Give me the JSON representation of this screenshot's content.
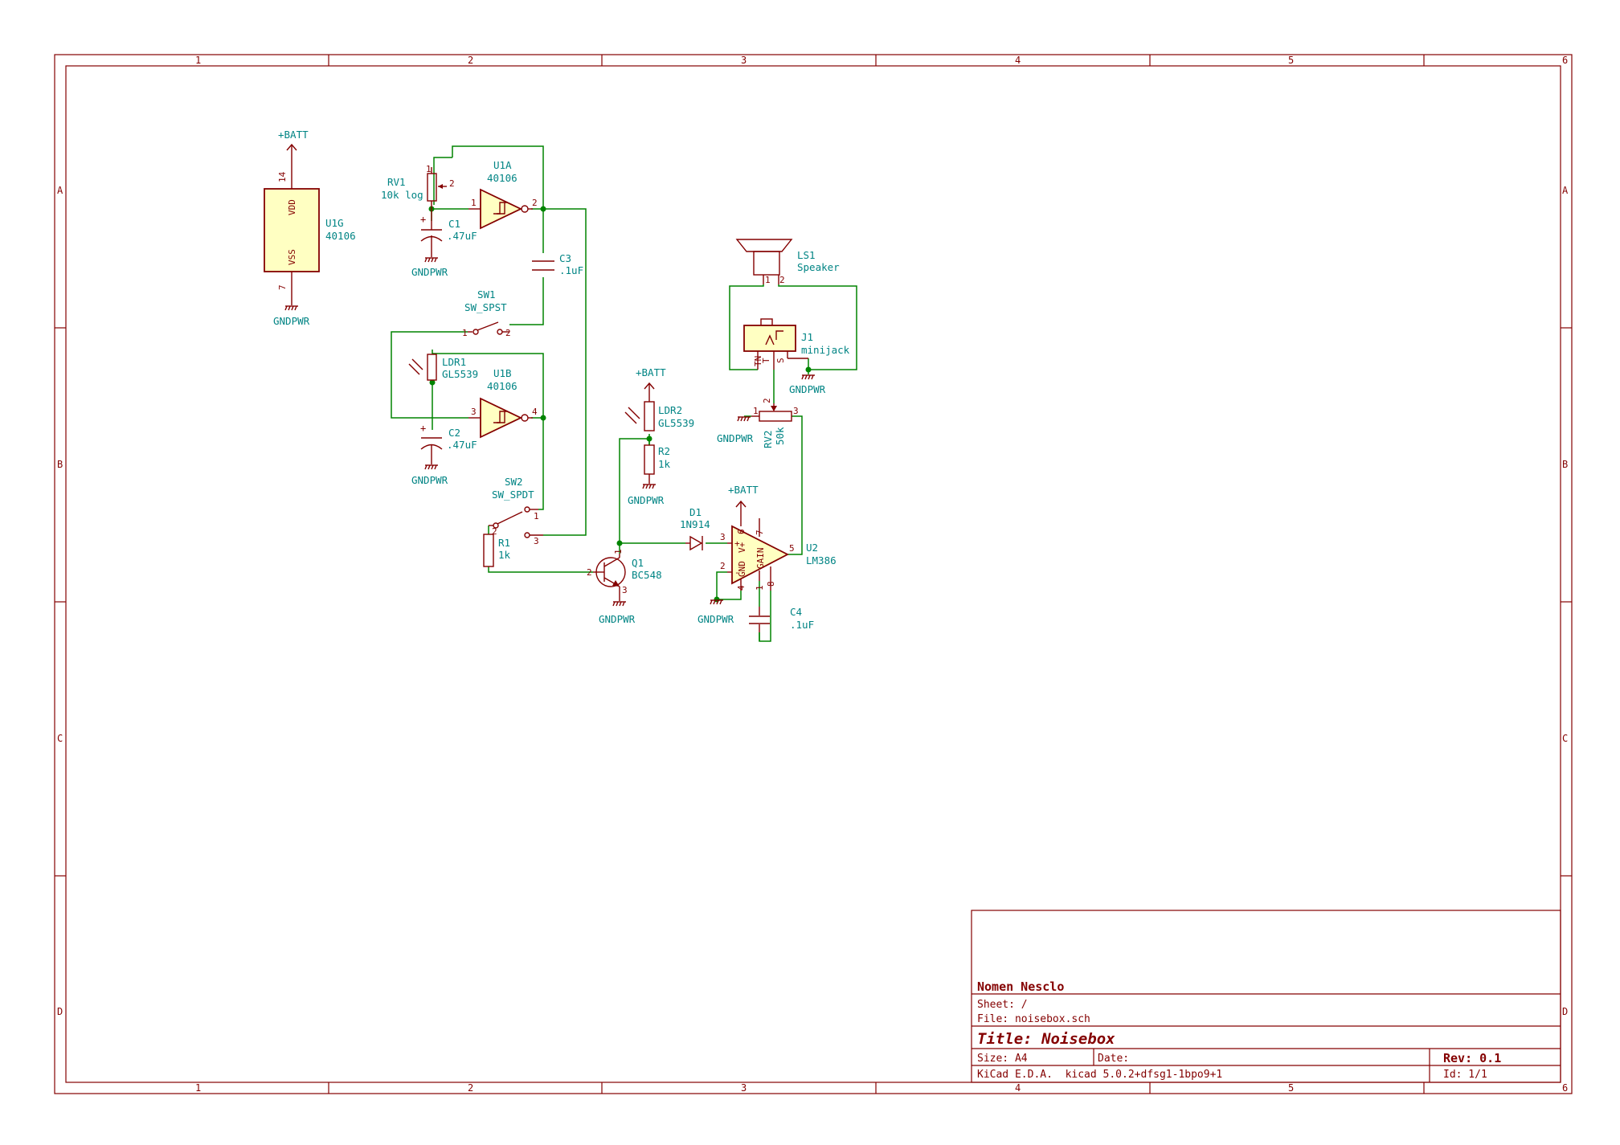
{
  "border": {
    "columns": [
      "1",
      "2",
      "3",
      "4",
      "5",
      "6"
    ],
    "rows": [
      "A",
      "B",
      "C",
      "D"
    ]
  },
  "components": {
    "u1g": {
      "ref": "U1G",
      "value": "40106",
      "vdd": "VDD",
      "vss": "VSS",
      "pin_vdd": "14",
      "pin_vss": "7"
    },
    "u1a": {
      "ref": "U1A",
      "value": "40106",
      "pin_in": "1",
      "pin_out": "2"
    },
    "u1b": {
      "ref": "U1B",
      "value": "40106",
      "pin_in": "3",
      "pin_out": "4"
    },
    "rv1": {
      "ref": "RV1",
      "value": "10k log",
      "pin1": "1",
      "pin2": "2"
    },
    "c1": {
      "ref": "C1",
      "value": ".47uF"
    },
    "c2": {
      "ref": "C2",
      "value": ".47uF"
    },
    "c3": {
      "ref": "C3",
      "value": ".1uF"
    },
    "c4": {
      "ref": "C4",
      "value": ".1uF"
    },
    "sw1": {
      "ref": "SW1",
      "value": "SW_SPST",
      "pin1": "1",
      "pin2": "2"
    },
    "sw2": {
      "ref": "SW2",
      "value": "SW_SPDT",
      "pin1": "1",
      "pin2": "2",
      "pin3": "3"
    },
    "ldr1": {
      "ref": "LDR1",
      "value": "GL5539"
    },
    "ldr2": {
      "ref": "LDR2",
      "value": "GL5539"
    },
    "r1": {
      "ref": "R1",
      "value": "1k"
    },
    "r2": {
      "ref": "R2",
      "value": "1k"
    },
    "q1": {
      "ref": "Q1",
      "value": "BC548",
      "pin1": "1",
      "pin2": "2",
      "pin3": "3"
    },
    "d1": {
      "ref": "D1",
      "value": "1N914"
    },
    "u2": {
      "ref": "U2",
      "value": "LM386",
      "pin2": "2",
      "pin3": "3",
      "pin4": "4",
      "pin5": "5",
      "pin6": "6",
      "pin7": "7",
      "pin1": "1",
      "pin8": "8",
      "gnd": "GND",
      "vplus": "V+",
      "gain": "GAIN"
    },
    "ls1": {
      "ref": "LS1",
      "value": "Speaker",
      "pin1": "1",
      "pin2": "2"
    },
    "j1": {
      "ref": "J1",
      "value": "minijack",
      "pin_tn": "TN",
      "pin_t": "T",
      "pin_s": "S"
    },
    "rv2": {
      "ref": "RV2",
      "value": "50k",
      "pin1": "1",
      "pin2": "2",
      "pin3": "3"
    }
  },
  "power": {
    "batt": "+BATT",
    "gnd": "GNDPWR"
  },
  "title_block": {
    "company": "Nomen Nesclo",
    "sheet": "Sheet: /",
    "file": "File: noisebox.sch",
    "title": "Title: Noisebox",
    "size": "Size: A4",
    "date": "Date:",
    "rev": "Rev: 0.1",
    "tool": "KiCad E.D.A.  kicad 5.0.2+dfsg1-1bpo9+1",
    "id": "Id: 1/1"
  },
  "colors": {
    "border": "#840000",
    "wire": "#008400",
    "label": "#008484",
    "body_fill": "#ffffc2"
  }
}
